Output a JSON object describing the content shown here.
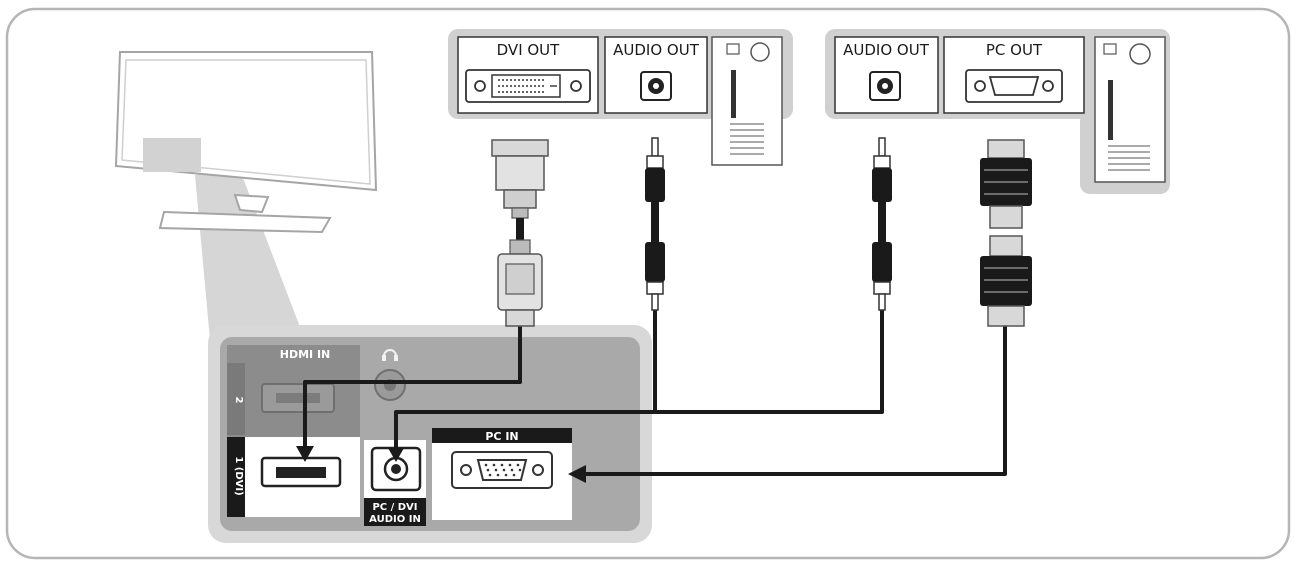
{
  "pc1": {
    "dvi_out_label": "DVI OUT",
    "audio_out_label": "AUDIO OUT"
  },
  "pc2": {
    "audio_out_label": "AUDIO OUT",
    "pc_out_label": "PC OUT"
  },
  "tv_panel": {
    "hdmi_in_label": "HDMI IN",
    "hdmi_port_2_label": "2",
    "hdmi_port_1_label": "1 (DVI)",
    "pc_in_label": "PC IN",
    "audio_in_label_line1": "PC / DVI",
    "audio_in_label_line2": "AUDIO IN",
    "headphone_icon": "headphone-icon"
  },
  "colors": {
    "panel_bg": "#a9a9a9",
    "panel_dark": "#6e6e6e",
    "box_bg": "#d0d0d0",
    "cable": "#1a1a1a",
    "connector_light": "#d8d8d8"
  }
}
